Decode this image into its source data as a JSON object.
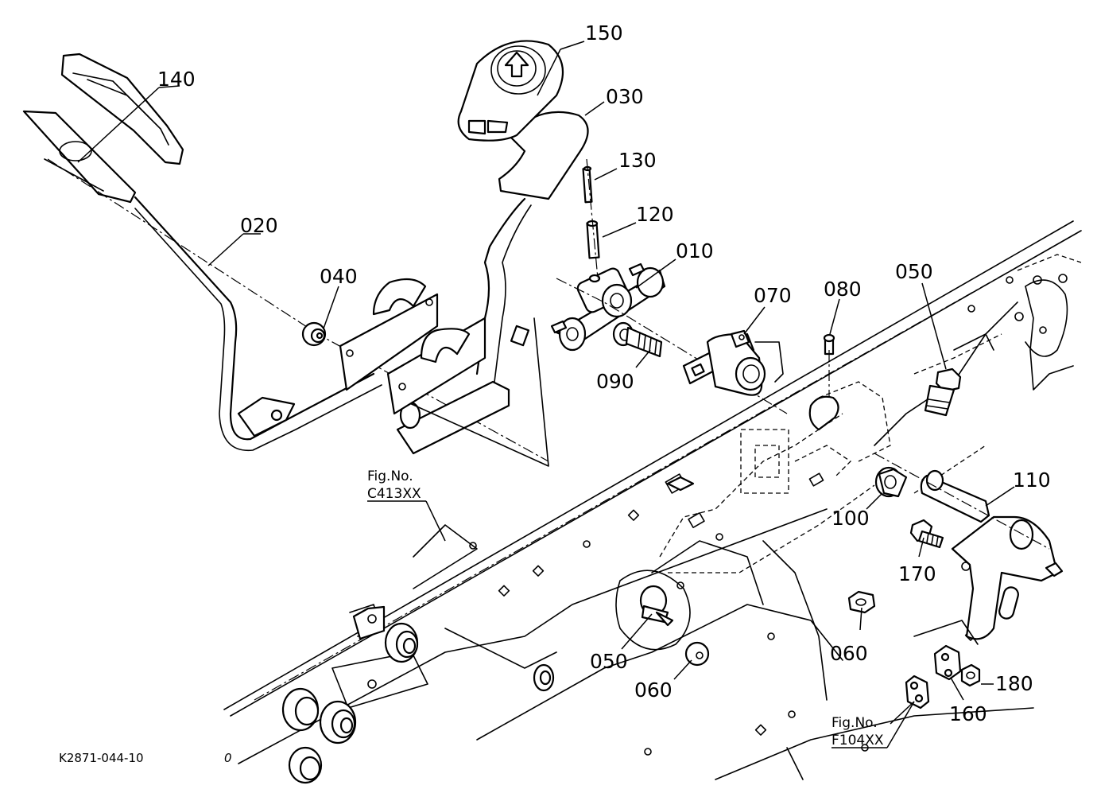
{
  "drawing_code": "K2871-044-10",
  "stray_mark": "0",
  "part_labels": {
    "p010": "010",
    "p020": "020",
    "p030": "030",
    "p040": "040",
    "p050a": "050",
    "p050b": "050",
    "p060a": "060",
    "p060b": "060",
    "p070": "070",
    "p080": "080",
    "p090": "090",
    "p100": "100",
    "p110": "110",
    "p120": "120",
    "p130": "130",
    "p140": "140",
    "p150": "150",
    "p160": "160",
    "p170": "170",
    "p180": "180"
  },
  "figure_refs": {
    "c413": {
      "line1": "Fig.No.",
      "line2": "C413XX"
    },
    "f104": {
      "line1": "Fig.No.",
      "line2": "F104XX"
    }
  }
}
